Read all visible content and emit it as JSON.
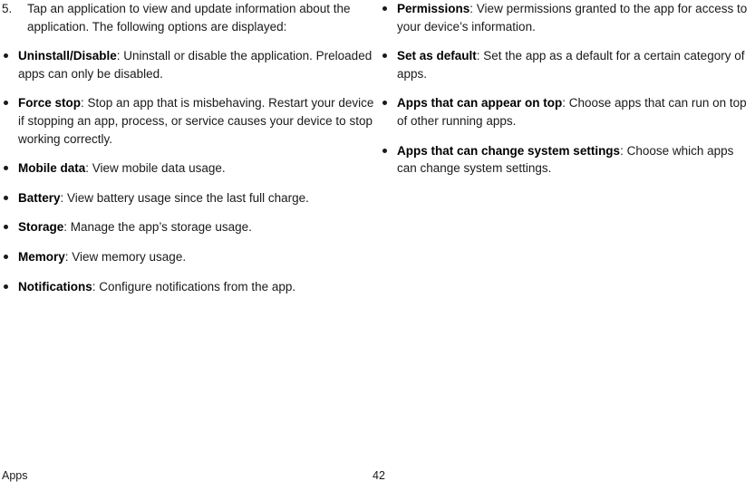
{
  "left_column": {
    "step": {
      "number": "5.",
      "text": "Tap an application to view and update information about the application. The following options are displayed:"
    },
    "bullets": [
      {
        "label": "Uninstall/Disable",
        "text": ": Uninstall or disable the application. Preloaded apps can only be disabled."
      },
      {
        "label": "Force stop",
        "text": ": Stop an app that is misbehaving. Restart your device if stopping an app, process, or service causes your device to stop working correctly."
      },
      {
        "label": "Mobile data",
        "text": ": View mobile data usage."
      },
      {
        "label": "Battery",
        "text": ": View battery usage since the last full charge."
      },
      {
        "label": "Storage",
        "text": ": Manage the app’s storage usage."
      },
      {
        "label": "Memory",
        "text": ": View memory usage."
      },
      {
        "label": "Notifications",
        "text": ": Configure notifications from the app."
      }
    ]
  },
  "right_column": {
    "bullets": [
      {
        "label": "Permissions",
        "text": ": View permissions granted to the app for access to your device’s information."
      },
      {
        "label": "Set as default",
        "text": ": Set the app as a default for a certain category of apps."
      },
      {
        "label": "Apps that can appear on top",
        "text": ": Choose apps that can run on top of other running apps."
      },
      {
        "label": "Apps that can change system settings",
        "text": ": Choose which apps can change system settings."
      }
    ]
  },
  "footer": {
    "section": "Apps",
    "page_number": "42"
  }
}
